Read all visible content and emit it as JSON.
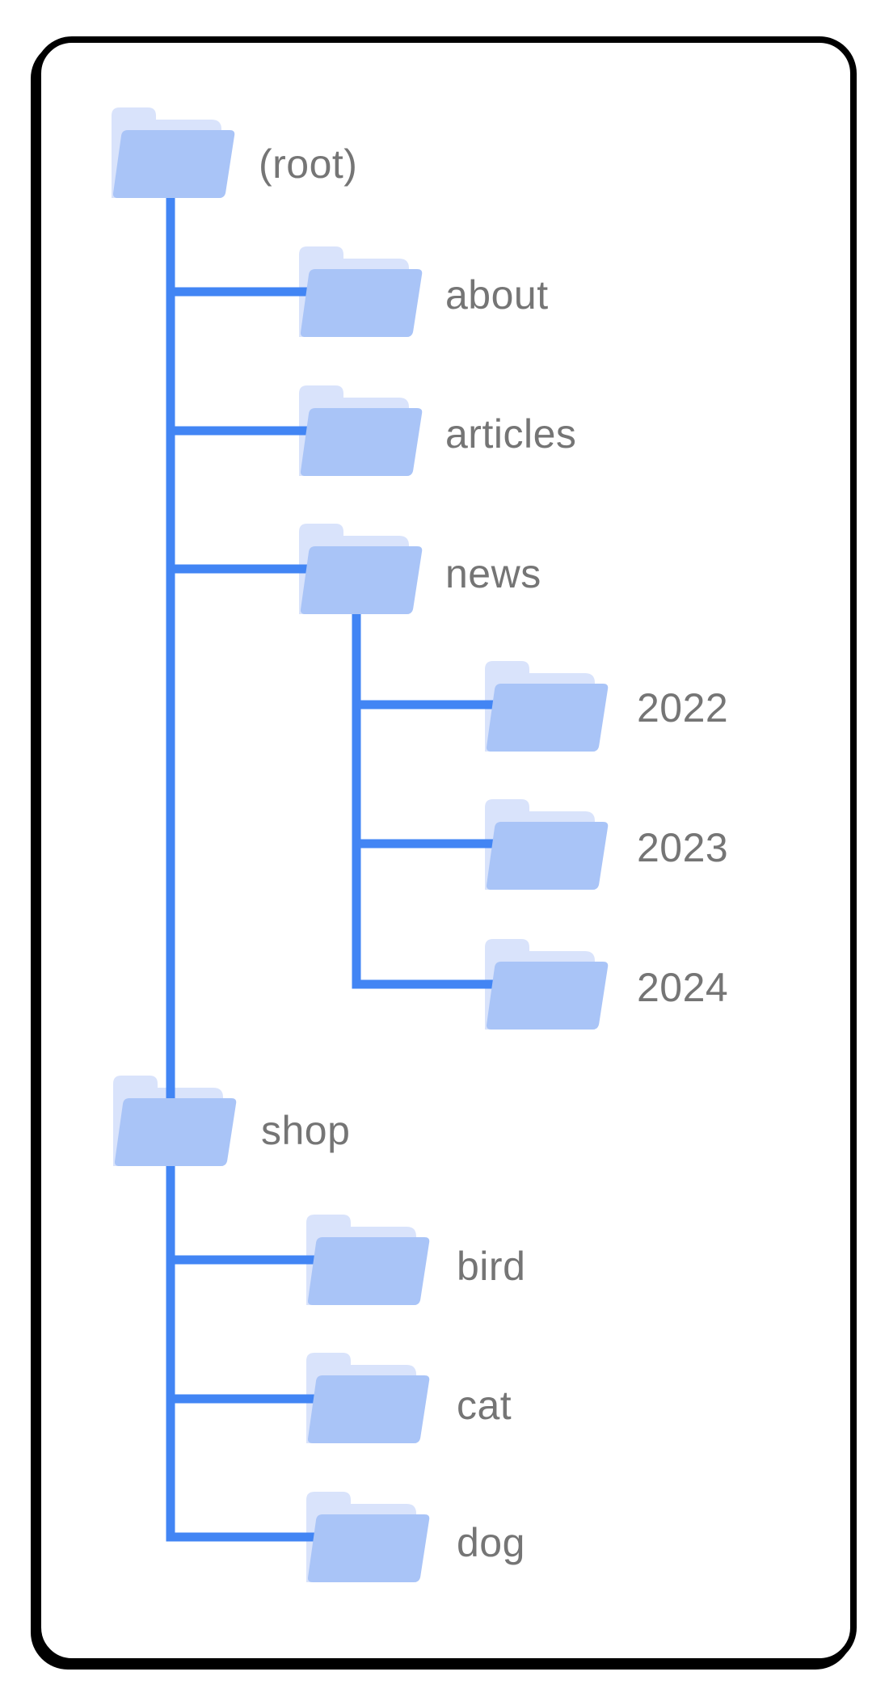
{
  "diagram": {
    "description": "Folder tree diagram of a website URL structure inside a rounded rectangle card"
  },
  "nodes": {
    "root": {
      "label": "(root)"
    },
    "about": {
      "label": "about"
    },
    "articles": {
      "label": "articles"
    },
    "news": {
      "label": "news"
    },
    "y2022": {
      "label": "2022"
    },
    "y2023": {
      "label": "2023"
    },
    "y2024": {
      "label": "2024"
    },
    "shop": {
      "label": "shop"
    },
    "bird": {
      "label": "bird"
    },
    "cat": {
      "label": "cat"
    },
    "dog": {
      "label": "dog"
    }
  },
  "hierarchy": {
    "(root)": [
      "about",
      "articles",
      "news",
      "shop"
    ],
    "news": [
      "2022",
      "2023",
      "2024"
    ],
    "shop": [
      "bird",
      "cat",
      "dog"
    ]
  },
  "colors": {
    "connector_line": "#4285F4",
    "folder_front": "#A9C4F7",
    "folder_back": "#D9E3FB",
    "label_text": "#757575",
    "card_border": "#000000",
    "card_background": "#FFFFFF"
  }
}
